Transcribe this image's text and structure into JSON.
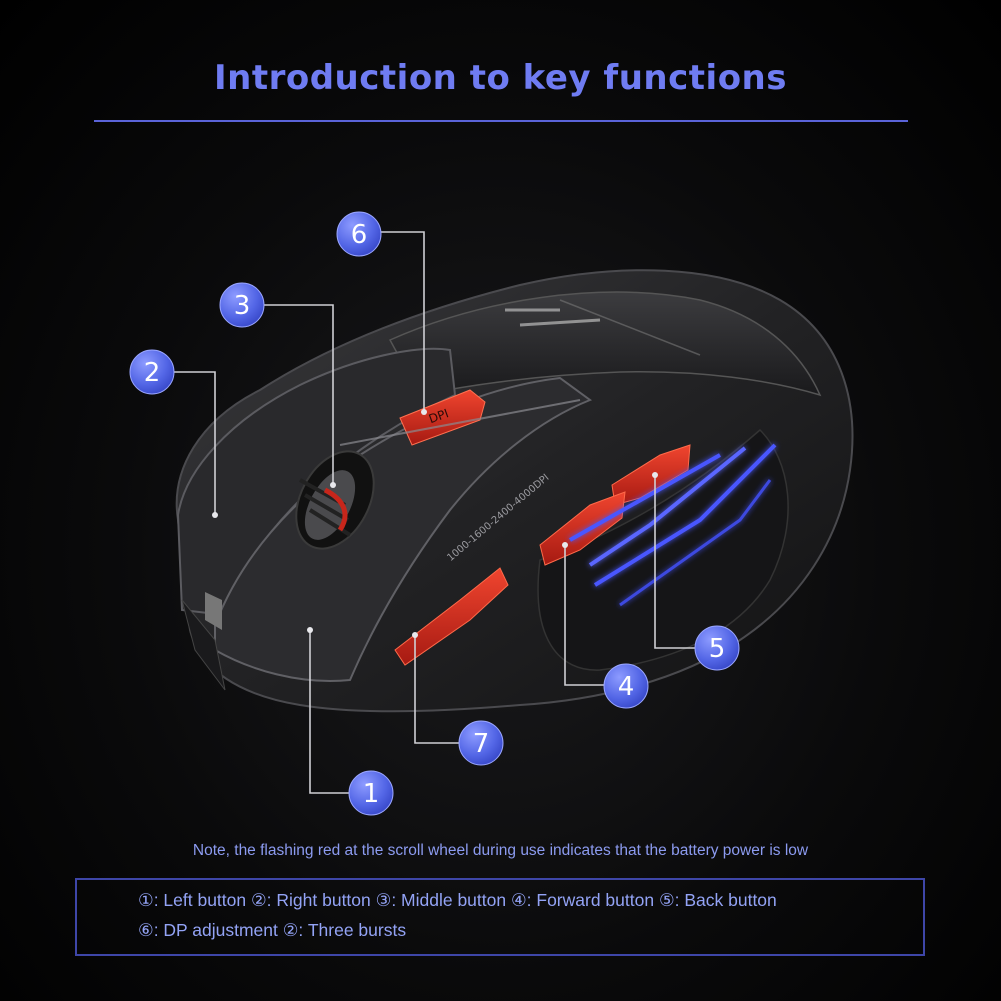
{
  "title": "Introduction to key functions",
  "badges": [
    {
      "id": "badge-1",
      "num": "1"
    },
    {
      "id": "badge-2",
      "num": "2"
    },
    {
      "id": "badge-3",
      "num": "3"
    },
    {
      "id": "badge-4",
      "num": "4"
    },
    {
      "id": "badge-5",
      "num": "5"
    },
    {
      "id": "badge-6",
      "num": "6"
    },
    {
      "id": "badge-7",
      "num": "7"
    }
  ],
  "mouse_labels": {
    "dpi_button": "DPI",
    "dpi_range": "1000-1600-2400-4000DPI"
  },
  "note": "Note, the flashing red at the scroll wheel during use indicates that the battery power is low",
  "legend": {
    "line1": "①: Left button ②: Right button ③: Middle button ④: Forward button ⑤: Back button",
    "line2": "⑥: DP adjustment ②: Three bursts"
  },
  "colors": {
    "accent": "#6f7cf2",
    "badge": "#5b6be8",
    "mouse_red": "#d42a1e",
    "mouse_glow": "#4a57ff"
  }
}
